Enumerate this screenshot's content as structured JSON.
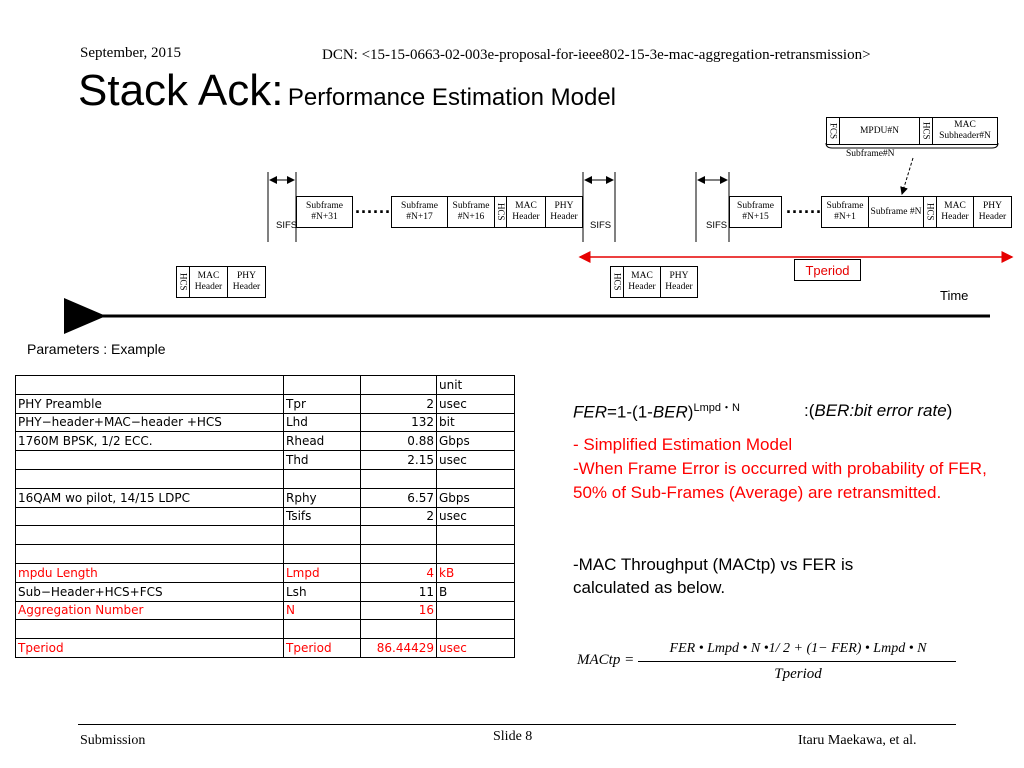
{
  "header": {
    "date": "September, 2015",
    "dcn": "DCN: <15-15-0663-02-003e-proposal-for-ieee802-15-3e-mac-aggregation-retransmission>"
  },
  "title": {
    "main": "Stack Ack:",
    "sub": "Performance Estimation Model"
  },
  "diagram": {
    "frame_top": {
      "fcs": "FCS",
      "mpdu": "MPDU#N",
      "hcs": "HCS",
      "mac_sub": "MAC Subheader#N",
      "caption": "Subframe#N"
    },
    "sifs": "SIFS",
    "sub_n31": "Subframe #N+31",
    "sub_n17": "Subframe #N+17",
    "sub_n16": "Subframe #N+16",
    "hcs": "HCS",
    "mac_header": "MAC Header",
    "phy_header": "PHY Header",
    "sub_n15": "Subframe #N+15",
    "sub_n1": "Subframe #N+1",
    "sub_n": "Subframe #N",
    "dots": "......",
    "tperiod": "Tperiod",
    "time": "Time",
    "accent": "#e60000"
  },
  "params": {
    "title": "Parameters : Example",
    "rows": [
      [
        "",
        "",
        "",
        "unit"
      ],
      [
        "PHY Preamble",
        "Tpr",
        "2",
        "usec"
      ],
      [
        "PHY−header+MAC−header +HCS",
        "Lhd",
        "132",
        "bit"
      ],
      [
        "1760M BPSK, 1/2 ECC.",
        "Rhead",
        "0.88",
        "Gbps"
      ],
      [
        "",
        "Thd",
        "2.15",
        "usec"
      ],
      [
        "",
        "",
        "",
        ""
      ],
      [
        "16QAM wo pilot, 14/15 LDPC",
        "Rphy",
        "6.57",
        "Gbps"
      ],
      [
        "",
        "Tsifs",
        "2",
        "usec"
      ],
      [
        "",
        "",
        "",
        ""
      ],
      [
        "",
        "",
        "",
        ""
      ],
      [
        "mpdu Length",
        "Lmpd",
        "4",
        "kB"
      ],
      [
        "Sub−Header+HCS+FCS",
        "Lsh",
        "11",
        "B"
      ],
      [
        "Aggregation Number",
        "N",
        "16",
        ""
      ],
      [
        "",
        "",
        "",
        ""
      ],
      [
        "Tperiod",
        "Tperiod",
        "86.44429",
        "usec"
      ]
    ]
  },
  "right": {
    "fer_a": "FER",
    "fer_b": "=1-(1-",
    "fer_c": "BER",
    "fer_d": ")",
    "fer_sup": "Lmpd・N",
    "fer_e": ":(",
    "fer_f": "BER:bit error rate",
    "fer_g": ")",
    "red1": "- Simplified Estimation Model",
    "red2": "-When Frame Error is occurred with probability of FER, 50% of Sub-Frames (Average)  are retransmitted.",
    "blk": "-MAC Throughput  (MACtp) vs FER is calculated as below.",
    "formula_lhs": "MACtp =",
    "formula_num": "FER • Lmpd • N •1/ 2 + (1− FER) • Lmpd • N",
    "formula_den": "Tperiod"
  },
  "footer": {
    "left": "Submission",
    "center": "Slide 8",
    "right": "Itaru Maekawa, et al."
  }
}
